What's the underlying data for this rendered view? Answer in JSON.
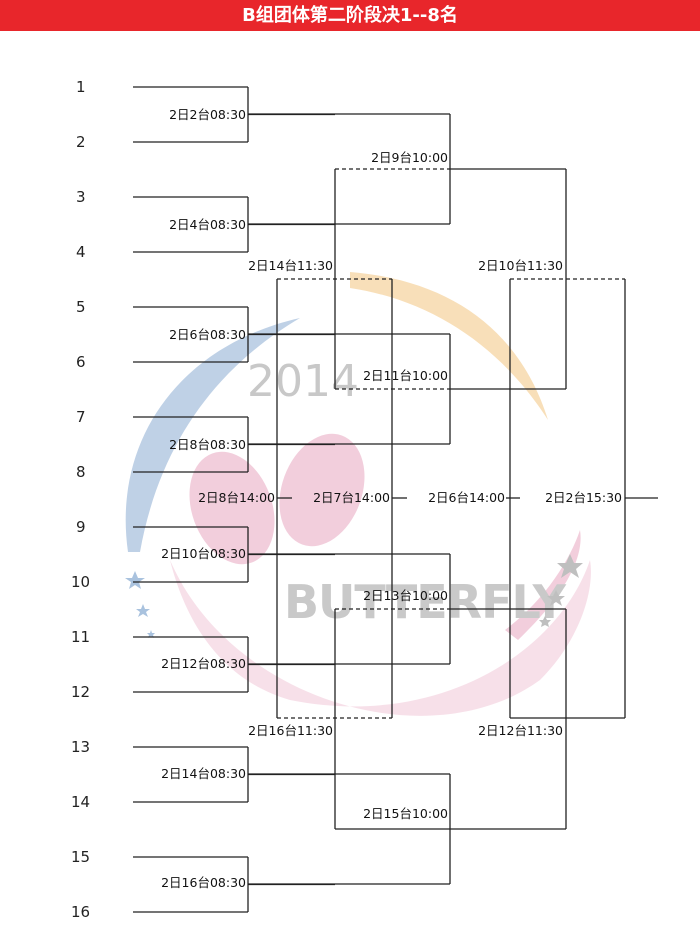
{
  "title": "B组团体第二阶段决1--8名",
  "watermark": {
    "year": "2014",
    "brand": "BUTTERFLY"
  },
  "colors": {
    "title_bg": "#e8262b",
    "line": "#222222",
    "pink": "#e7a6c0",
    "blue": "#a9c2de",
    "orange": "#f3c98a",
    "star": "#bfbfbf"
  },
  "seeds": [
    "1",
    "2",
    "3",
    "4",
    "5",
    "6",
    "7",
    "8",
    "9",
    "10",
    "11",
    "12",
    "13",
    "14",
    "15",
    "16"
  ],
  "matches": {
    "r1": [
      "2日2台08:30",
      "2日4台08:30",
      "2日6台08:30",
      "2日8台08:30",
      "2日10台08:30",
      "2日12台08:30",
      "2日14台08:30",
      "2日16台08:30"
    ],
    "r2": [
      "2日9台10:00",
      "2日11台10:00",
      "2日13台10:00",
      "2日15台10:00"
    ],
    "semi_top": "2日10台11:30",
    "semi_bottom": "2日12台11:30",
    "final": "2日2台15:30",
    "consolation_top": "2日14台11:30",
    "consolation_bottom": "2日16台11:30",
    "m_8": "2日8台14:00",
    "m_7": "2日7台14:00",
    "m_6": "2日6台14:00"
  }
}
